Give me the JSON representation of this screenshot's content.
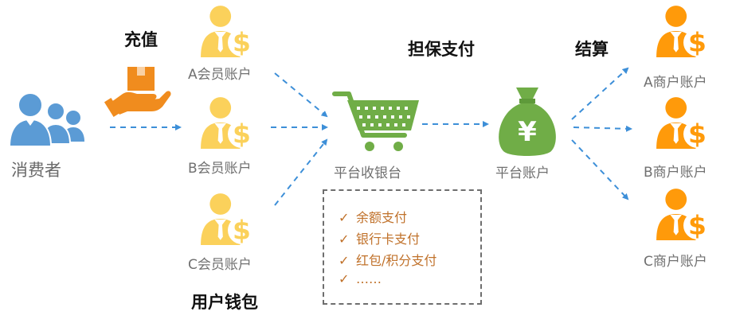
{
  "colors": {
    "consumer": "#5b9bd5",
    "member": "#fbd15b",
    "merchant": "#ff9a0a",
    "cashier": "#70ad47",
    "arrow": "#3d8fd8",
    "method_text": "#c0712a"
  },
  "labels": {
    "consumer": "消费者",
    "recharge": "充值",
    "wallet": "用户钱包",
    "guarantee": "担保支付",
    "settle": "结算",
    "cashier": "平台收银台",
    "platform_account": "平台账户"
  },
  "member_accounts": [
    "A会员账户",
    "B会员账户",
    "C会员账户"
  ],
  "merchant_accounts": [
    "A商户账户",
    "B商户账户",
    "C商户账户"
  ],
  "payment_methods": [
    "余额支付",
    "银行卡支付",
    "红包/积分支付",
    "……"
  ],
  "icons": {
    "consumer": "people-group-icon",
    "recharge": "hand-holding-box-icon",
    "member": "user-dollar-icon",
    "cashier": "shopping-cart-icon",
    "platform_account": "money-bag-yen-icon",
    "merchant": "user-dollar-icon",
    "check": "✓",
    "yen": "¥"
  }
}
